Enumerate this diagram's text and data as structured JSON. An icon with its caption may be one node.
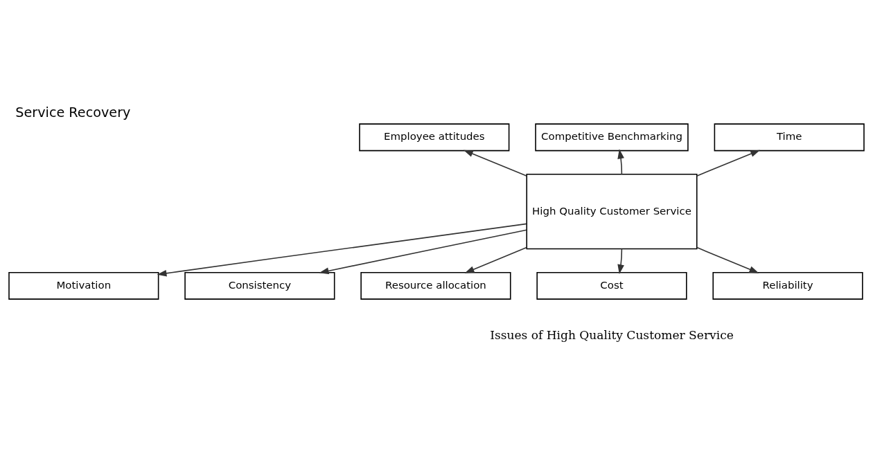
{
  "diagram": {
    "title": "Service Recovery",
    "caption": "Issues of High Quality Customer Service",
    "nodes": [
      {
        "text": [
          "Competitive Benchmarking"
        ]
      },
      {
        "text": [
          "Employee attitudes"
        ]
      },
      {
        "text": [
          "Time"
        ]
      },
      {
        "text": [
          "High Quality Customer Service"
        ]
      },
      {
        "text": [
          "Consistency"
        ]
      },
      {
        "text": [
          "Motivation"
        ]
      },
      {
        "text": [
          "Reliability"
        ]
      },
      {
        "text": [
          "Resource allocation"
        ]
      },
      {
        "text": [
          "Cost"
        ]
      }
    ],
    "edges": [
      {
        "from": 3,
        "to": 0,
        "arrow": "to"
      },
      {
        "from": 3,
        "to": 1,
        "arrow": "to"
      },
      {
        "from": 3,
        "to": 2,
        "arrow": "to"
      },
      {
        "from": 3,
        "to": 4,
        "arrow": "to"
      },
      {
        "from": 3,
        "to": 5,
        "arrow": "to"
      },
      {
        "from": 3,
        "to": 6,
        "arrow": "to"
      },
      {
        "from": 3,
        "to": 7,
        "arrow": "to"
      },
      {
        "from": 3,
        "to": 8,
        "arrow": "to"
      }
    ]
  }
}
